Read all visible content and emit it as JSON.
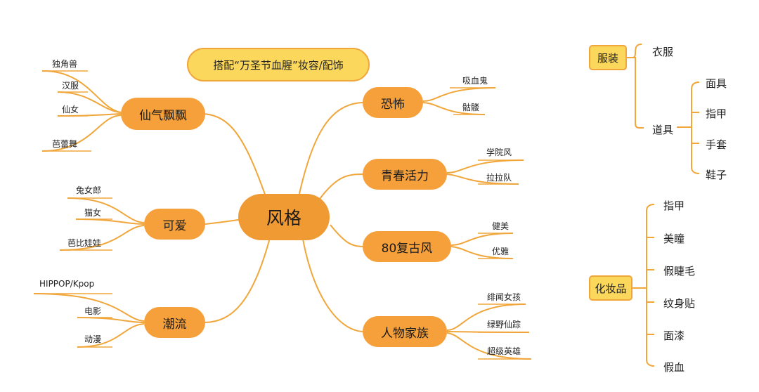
{
  "title": "搭配“万圣节血腥”妆容/配饰",
  "root": "风格",
  "left": [
    {
      "label": "仙气飘飘",
      "children": [
        "独角兽",
        "汉服",
        "仙女",
        "芭蕾舞"
      ]
    },
    {
      "label": "可爱",
      "children": [
        "兔女郎",
        "猫女",
        "芭比娃娃"
      ]
    },
    {
      "label": "潮流",
      "children": [
        "HIPPOP/Kpop",
        "电影",
        "动漫"
      ]
    }
  ],
  "right": [
    {
      "label": "恐怖",
      "children": [
        "吸血鬼",
        "骷髅"
      ]
    },
    {
      "label": "青春活力",
      "children": [
        "学院风",
        "拉拉队"
      ]
    },
    {
      "label": "80复古风",
      "children": [
        "健美",
        "优雅"
      ]
    },
    {
      "label": "人物家族",
      "children": [
        "绯闻女孩",
        "绿野仙踪",
        "超级英雄"
      ]
    }
  ],
  "clothing": {
    "label": "服装",
    "clothes": "衣服",
    "props": {
      "label": "道具",
      "children": [
        "面具",
        "指甲",
        "手套",
        "鞋子"
      ]
    }
  },
  "makeup": {
    "label": "化妆品",
    "children": [
      "指甲",
      "美瞳",
      "假睫毛",
      "纹身贴",
      "面漆",
      "假血"
    ]
  },
  "colors": {
    "accent": "#f5a03a",
    "line": "#f0a63a",
    "highlight": "#fbd85c"
  }
}
